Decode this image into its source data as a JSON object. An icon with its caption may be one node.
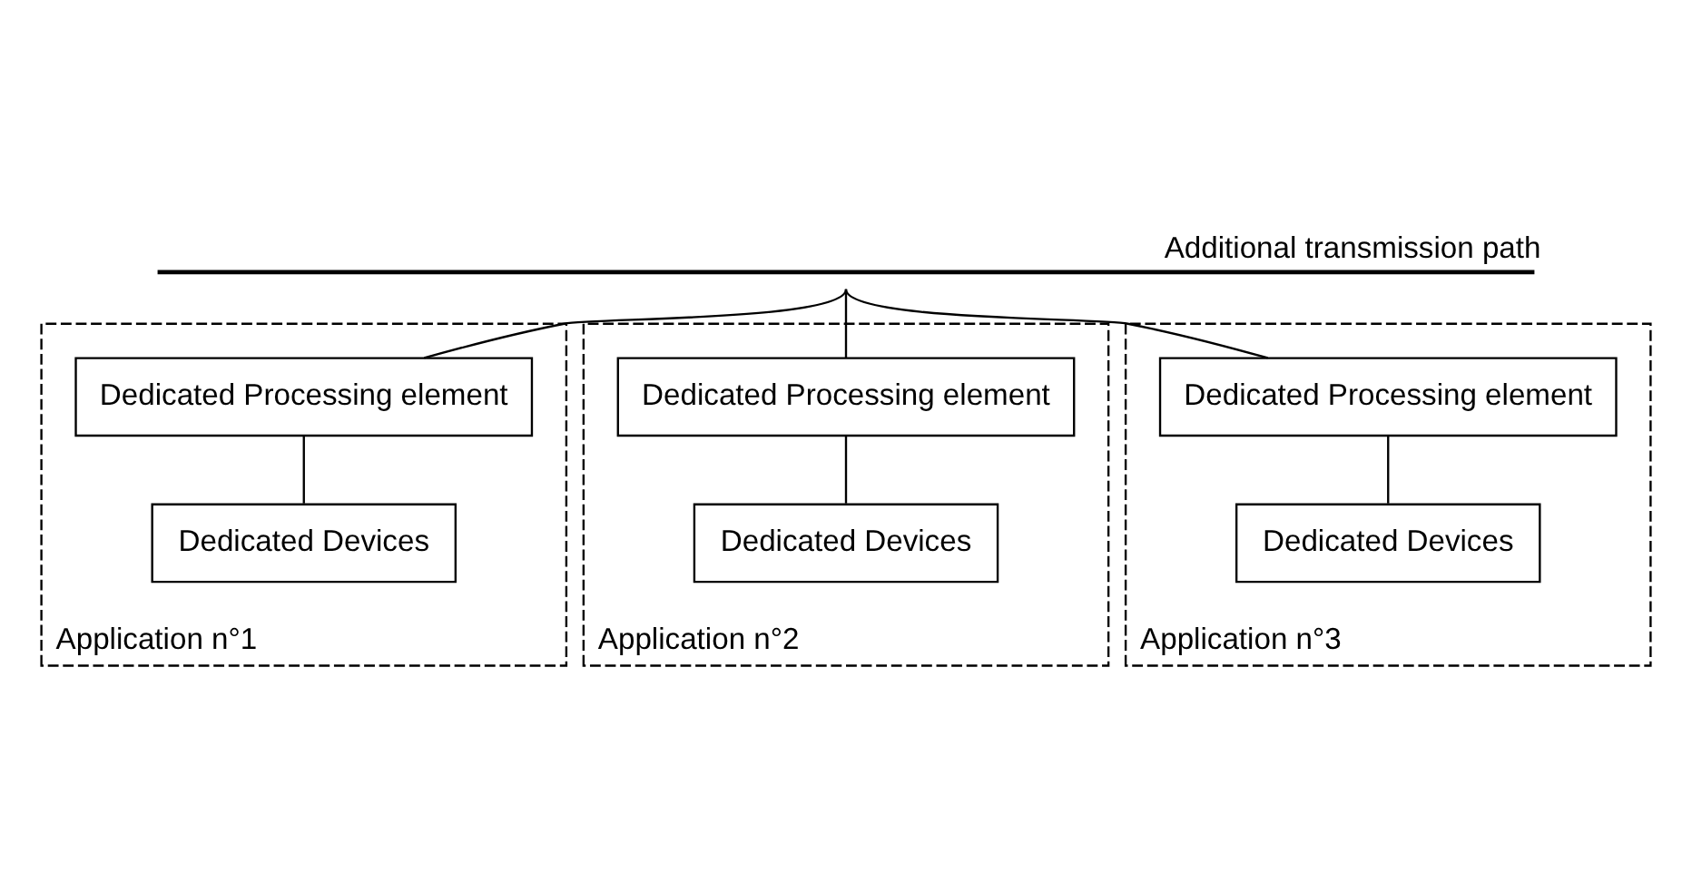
{
  "diagram": {
    "nodes": [
      {
        "text": [
          "Additional transmission path"
        ]
      },
      {
        "text": [
          "Application n°1"
        ]
      },
      {
        "text": [
          "Dedicated Processing element"
        ],
        "in": 1
      },
      {
        "text": [
          "Dedicated Devices"
        ],
        "in": 1
      },
      {
        "text": [
          "Application n°2"
        ]
      },
      {
        "text": [
          "Dedicated Processing element"
        ],
        "in": 4
      },
      {
        "text": [
          "Dedicated Devices"
        ],
        "in": 4
      },
      {
        "text": [
          "Application n°3"
        ]
      },
      {
        "text": [
          "Dedicated Processing element"
        ],
        "in": 7
      },
      {
        "text": [
          "Dedicated Devices"
        ],
        "in": 7
      }
    ],
    "edges": [
      {
        "from": 0,
        "to": 2,
        "arrow": "none"
      },
      {
        "from": 2,
        "to": 3,
        "arrow": "none"
      },
      {
        "from": 0,
        "to": 5,
        "arrow": "none"
      },
      {
        "from": 5,
        "to": 6,
        "arrow": "none"
      },
      {
        "from": 0,
        "to": 8,
        "arrow": "none"
      },
      {
        "from": 8,
        "to": 9,
        "arrow": "none"
      }
    ]
  }
}
